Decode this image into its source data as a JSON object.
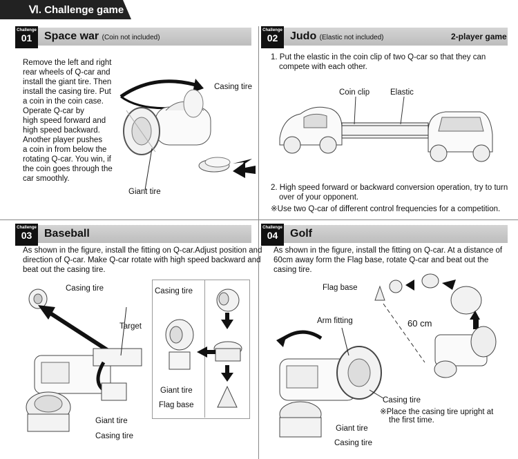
{
  "section": {
    "numeral": "Ⅵ.",
    "title": "Challenge game"
  },
  "challenges": [
    {
      "badge_label": "Challenge",
      "number": "01",
      "title": "Space war",
      "note": "(Coin not included)",
      "text": [
        "Remove the left and right",
        "rear wheels of Q-car and",
        "install the giant tire. Then",
        "install the casing tire. Put",
        "a coin in the coin case.",
        "Operate Q-car by",
        "high speed forward and",
        "high speed backward.",
        "Another player pushes",
        "a coin in from below the",
        "rotating Q-car. You win, if",
        "the coin goes through the",
        "car smoothly."
      ],
      "labels": {
        "casing_tire": "Casing tire",
        "giant_tire": "Giant tire"
      }
    },
    {
      "badge_label": "Challenge",
      "number": "02",
      "title": "Judo",
      "note": "(Elastic not included)",
      "right_title": "2-player game",
      "steps": [
        "1. Put the elastic in the coin clip of two Q-car so that they can",
        "compete with each other.",
        "2. High speed forward or backward conversion operation, try to turn",
        "over of your opponent.",
        "※Use two Q-car of different control frequencies for a competition."
      ],
      "labels": {
        "coin_clip": "Coin clip",
        "elastic": "Elastic"
      }
    },
    {
      "badge_label": "Challenge",
      "number": "03",
      "title": "Baseball",
      "text": [
        "As shown in the figure, install the fitting on Q-car.Adjust position and",
        "direction of Q-car. Make Q-car rotate with high speed backward and",
        "beat out the casing tire."
      ],
      "labels": {
        "casing_tire_top": "Casing tire",
        "target": "Target",
        "giant_tire": "Giant tire",
        "casing_tire_bottom": "Casing tire",
        "inset_casing_tire": "Casing tire",
        "inset_giant_tire": "Giant tire",
        "inset_flag_base": "Flag base"
      }
    },
    {
      "badge_label": "Challenge",
      "number": "04",
      "title": "Golf",
      "text": [
        "As shown in the figure, install the fitting on Q-car. At a distance of",
        "60cm away form the Flag base, rotate Q-car and beat out the",
        "casing tire."
      ],
      "labels": {
        "flag_base": "Flag base",
        "arm_fitting": "Arm fitting",
        "distance": "60 cm",
        "casing_tire": "Casing tire",
        "note1": "※Place the casing tire upright at",
        "note2": "the first time.",
        "giant_tire": "Giant tire",
        "casing_tire_bottom": "Casing tire"
      }
    }
  ]
}
